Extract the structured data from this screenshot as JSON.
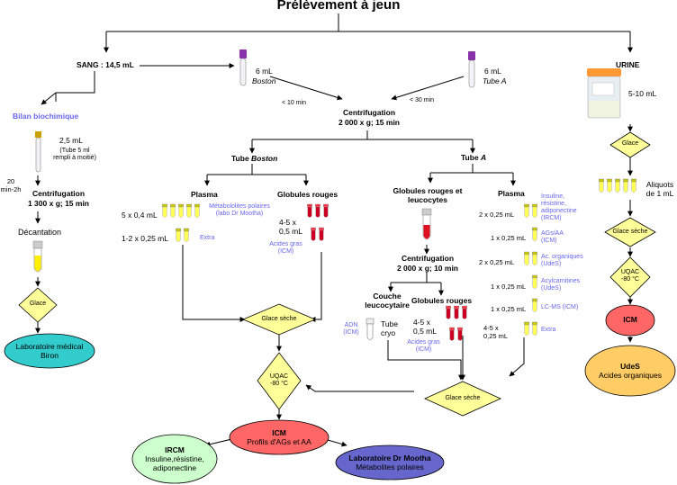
{
  "title": "Prélèvement à jeun",
  "sang": {
    "label": "SANG : 14,5 mL",
    "bilan": "Bilan biochimique",
    "vol": "2,5 mL",
    "tube_note": "(Tube 5 ml rempli à moitié)",
    "time": "20 min-2h",
    "centrif": "Centrifugation",
    "centrif_speed": "1 300 x g; 15 min",
    "decant": "Décantation",
    "glace": "Glace",
    "lab": "Laboratoire médical Biron"
  },
  "tubes": {
    "boston_vol": "6 mL",
    "boston_name": "Boston",
    "tubeA_vol": "6 mL",
    "tubeA_name": "Tube A",
    "boston_time": "< 10 min",
    "tubeA_time": "< 30 min",
    "centrif": "Centrifugation",
    "centrif_speed": "2 000 x g; 15 min"
  },
  "boston": {
    "title_prefix": "Tube ",
    "title_name": "Boston",
    "plasma": "Plasma",
    "globules": "Globules rouges",
    "r1_vol": "5 x 0,4 mL",
    "r1_label": "Métabololites polaires (labo Dr Mootha)",
    "r2_vol": "1-2 x 0,25 mL",
    "r2_label": "Extra",
    "gr_vol": "4-5 x 0,5 mL",
    "gr_label": "Acides gras (ICM)"
  },
  "tubeA": {
    "title_prefix": "Tube ",
    "title_name": "A",
    "globules_leuco": "Globules rouges et leucocytes",
    "plasma": "Plasma",
    "centrif": "Centrifugation",
    "centrif_speed": "2 000 x g; 10 min",
    "couche": "Couche leucocytaire",
    "globules": "Globules rouges",
    "adn": "ADN (ICM)",
    "cryo": "Tube cryo",
    "gr_vol": "4-5 x 0,5 mL",
    "gr_label": "Acides gras (ICM)",
    "plasma_rows": [
      {
        "vol": "2 x 0,25 mL",
        "label": "Insuline, résistine, adiponectine (IRCM)"
      },
      {
        "vol": "1 x 0,25 mL",
        "label": "AGs/AA (ICM)"
      },
      {
        "vol": "2 x 0,25 mL",
        "label": "Ac. organiques (UdeS)"
      },
      {
        "vol": "1 x 0,25 mL",
        "label": "Acylcarnitines (UdeS)"
      },
      {
        "vol": "1 x 0,25 mL",
        "label": "LC-MS (ICM)"
      },
      {
        "vol": "4-5 x 0,25 mL",
        "label": "Extra"
      }
    ]
  },
  "flow": {
    "glace_seche": "Glace sèche",
    "uqac": "UQAC -80 °C",
    "icm_title": "ICM",
    "icm_sub": "Profils d'AGs et AA",
    "ircm_title": "IRCM",
    "ircm_sub": "Insuline,résistine, adiponectine",
    "mootha_title": "Laboratoire Dr Mootha",
    "mootha_sub": "Métabolites polaires"
  },
  "urine": {
    "label": "URINE",
    "vol": "5-10 mL",
    "glace": "Glace",
    "aliquots": "Aliquots de 1 mL",
    "glace_seche": "Glace sèche",
    "uqac": "UQAC -80 °C",
    "icm": "ICM",
    "udes_title": "UdeS",
    "udes_sub": "Acides organiques"
  },
  "colors": {
    "diamond": "#ffff99",
    "icm_fill": "#ff6666",
    "lab_fill": "#33cccc",
    "ircm_fill": "#ccffcc",
    "mootha_fill": "#6666cc",
    "udes_fill": "#ffcc66",
    "label_blue": "#6666ee",
    "tube_yellow": "#ffff44",
    "tube_red": "#cc0022",
    "cap_purple": "#8833aa"
  }
}
